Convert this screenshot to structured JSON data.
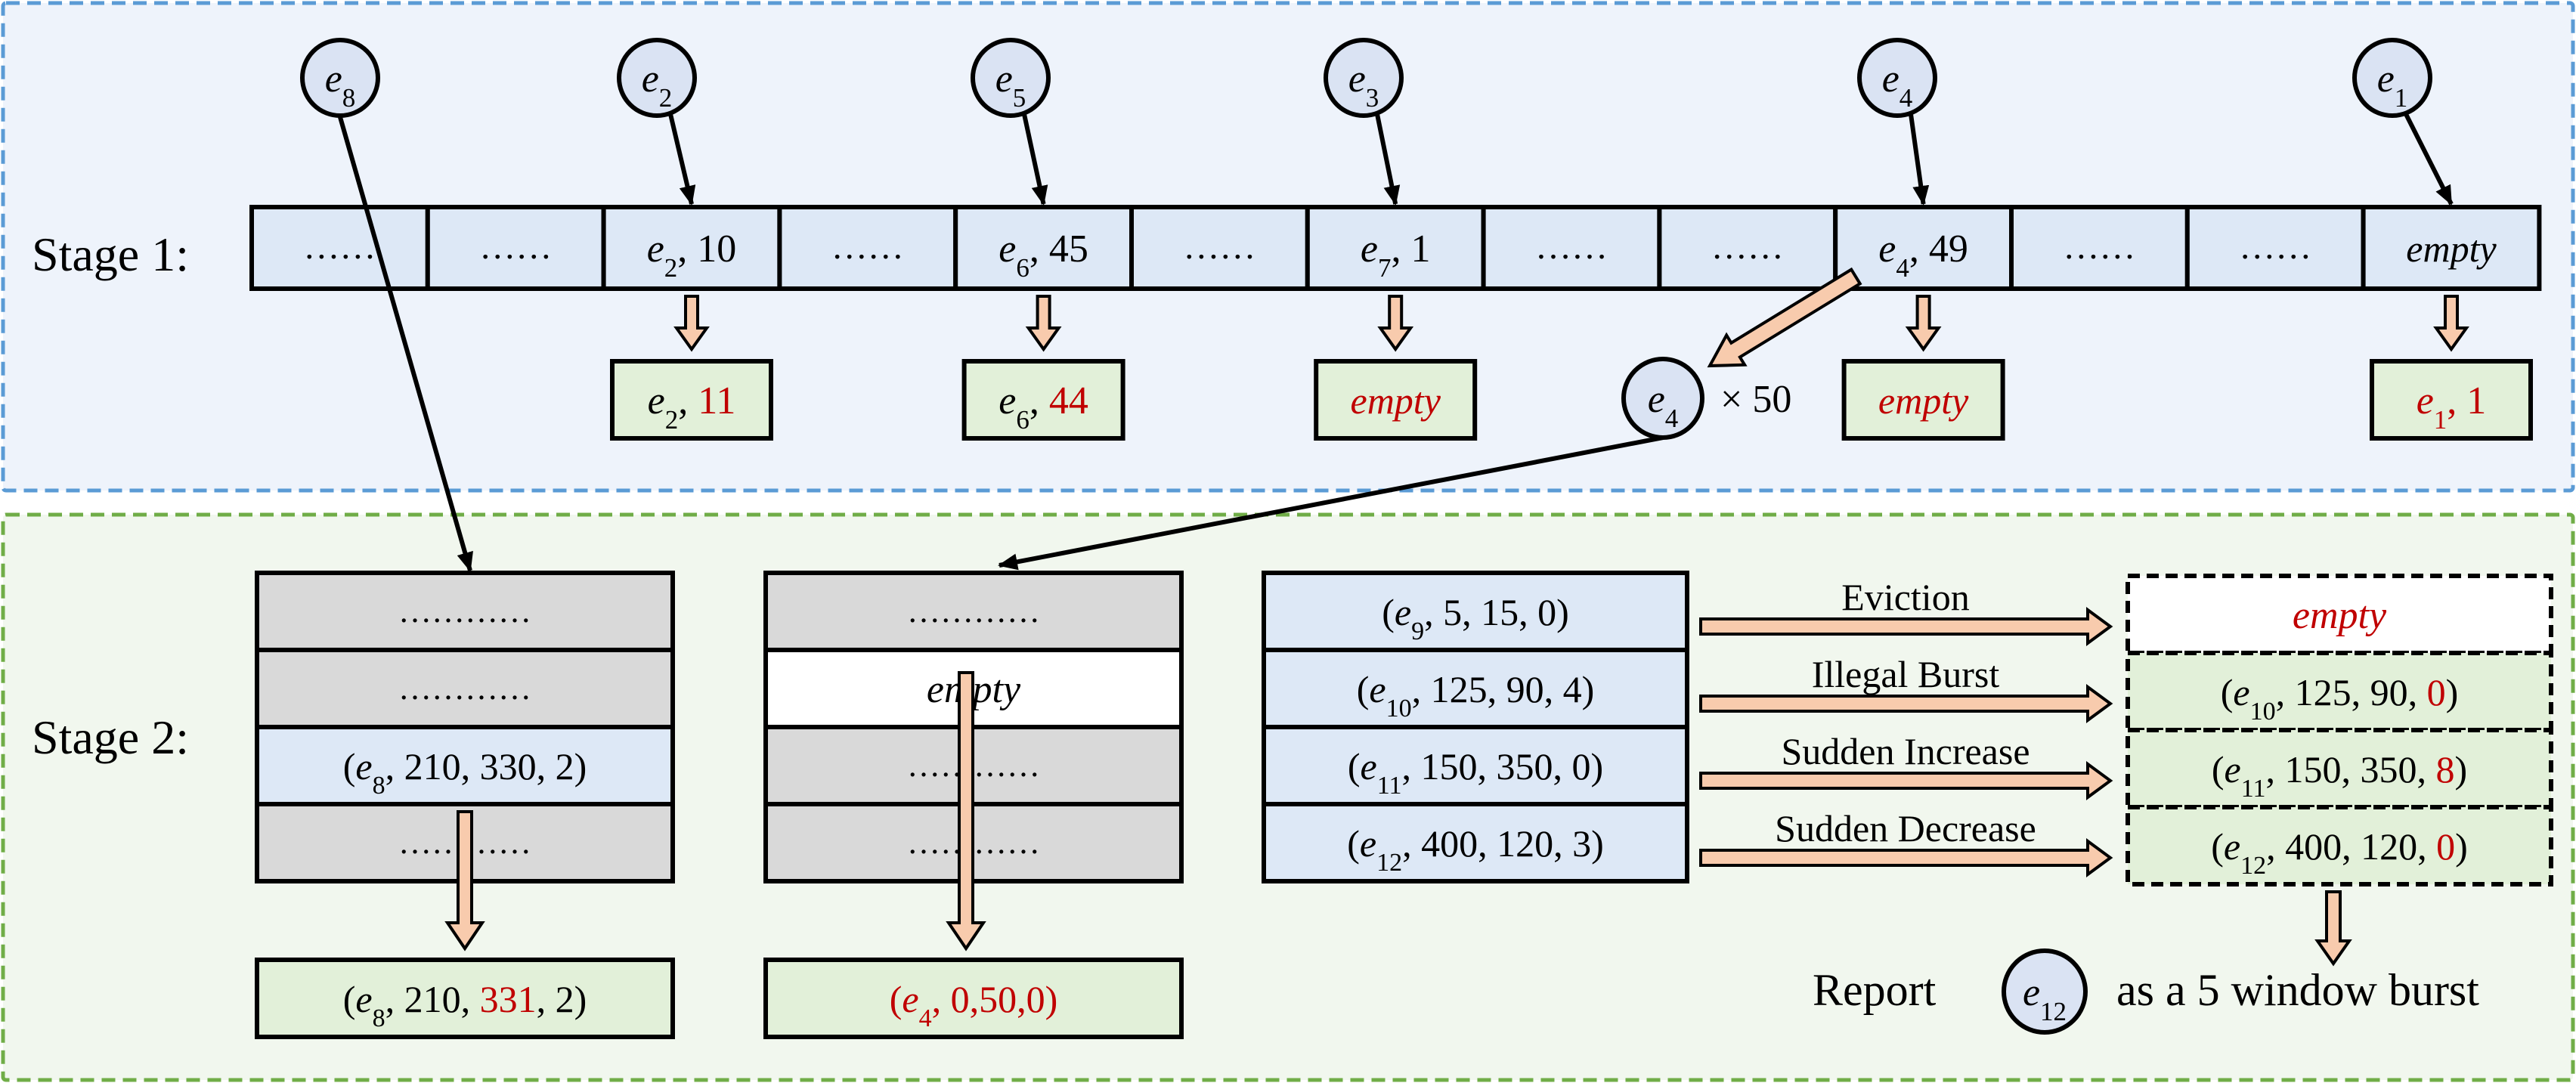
{
  "colors": {
    "stage1_bg": "#eef3fb",
    "stage1_border": "#5b9bd5",
    "stage2_bg": "#f1f7ee",
    "stage2_border": "#70ad47",
    "cell_blue": "#dde8f6",
    "cell_green": "#e2f0d9",
    "cell_gray": "#d9d9d9",
    "node_fill": "#dae3f3",
    "arrow_fill": "#f8cbad",
    "highlight_red": "#c00000",
    "stroke": "#000000"
  },
  "stage1": {
    "label": "Stage 1:",
    "top_nodes": [
      {
        "base": "e",
        "sub": "8"
      },
      {
        "base": "e",
        "sub": "2"
      },
      {
        "base": "e",
        "sub": "5"
      },
      {
        "base": "e",
        "sub": "3"
      },
      {
        "base": "e",
        "sub": "4"
      },
      {
        "base": "e",
        "sub": "1"
      }
    ],
    "bucket_cells": [
      {
        "type": "dots",
        "text": "……"
      },
      {
        "type": "dots",
        "text": "……"
      },
      {
        "type": "pair",
        "base": "e",
        "sub": "2",
        "val": "10"
      },
      {
        "type": "dots",
        "text": "……"
      },
      {
        "type": "pair",
        "base": "e",
        "sub": "6",
        "val": "45"
      },
      {
        "type": "dots",
        "text": "……"
      },
      {
        "type": "pair",
        "base": "e",
        "sub": "7",
        "val": "1"
      },
      {
        "type": "dots",
        "text": "……"
      },
      {
        "type": "dots",
        "text": "……"
      },
      {
        "type": "pair",
        "base": "e",
        "sub": "4",
        "val": "49"
      },
      {
        "type": "dots",
        "text": "……"
      },
      {
        "type": "dots",
        "text": "……"
      },
      {
        "type": "empty",
        "text": "empty"
      }
    ],
    "result_boxes": [
      {
        "type": "pair",
        "base": "e",
        "sub": "2",
        "val": "11",
        "red_val": true,
        "red_key": false
      },
      {
        "type": "pair",
        "base": "e",
        "sub": "6",
        "val": "44",
        "red_val": true,
        "red_key": false
      },
      {
        "type": "empty",
        "text": "empty"
      },
      {
        "type": "empty",
        "text": "empty"
      },
      {
        "type": "pair",
        "base": "e",
        "sub": "1",
        "val": "1",
        "red_val": true,
        "red_key": true
      }
    ],
    "evicted_node": {
      "base": "e",
      "sub": "4"
    },
    "evicted_multiplier": "× 50"
  },
  "stage2": {
    "label": "Stage 2:",
    "bucket_a": {
      "rows": [
        {
          "type": "dots",
          "text": "…………"
        },
        {
          "type": "dots",
          "text": "…………"
        },
        {
          "type": "tuple",
          "base": "e",
          "sub": "8",
          "vals": [
            "210",
            "330",
            "2"
          ]
        },
        {
          "type": "dots",
          "text": "…………"
        }
      ],
      "result": {
        "base": "e",
        "sub": "8",
        "vals": [
          "210",
          "331",
          "2"
        ],
        "red_idx": [
          1
        ]
      }
    },
    "bucket_b": {
      "rows": [
        {
          "type": "dots",
          "text": "…………"
        },
        {
          "type": "empty",
          "text": "empty"
        },
        {
          "type": "dots",
          "text": "…………"
        },
        {
          "type": "dots",
          "text": "…………"
        }
      ],
      "result": {
        "base": "e",
        "sub": "4",
        "vals": [
          "0",
          "50",
          "0"
        ],
        "all_red": true
      }
    },
    "before_rows": [
      {
        "base": "e",
        "sub": "9",
        "vals": [
          "5",
          "15",
          "0"
        ]
      },
      {
        "base": "e",
        "sub": "10",
        "vals": [
          "125",
          "90",
          "4"
        ]
      },
      {
        "base": "e",
        "sub": "11",
        "vals": [
          "150",
          "350",
          "0"
        ]
      },
      {
        "base": "e",
        "sub": "12",
        "vals": [
          "400",
          "120",
          "3"
        ]
      }
    ],
    "transition_labels": [
      "Eviction",
      "Illegal Burst",
      "Sudden Increase",
      "Sudden Decrease"
    ],
    "after_rows": [
      {
        "type": "empty",
        "text": "empty"
      },
      {
        "type": "tuple",
        "base": "e",
        "sub": "10",
        "vals": [
          "125",
          "90",
          "0"
        ],
        "red_idx": [
          2
        ]
      },
      {
        "type": "tuple",
        "base": "e",
        "sub": "11",
        "vals": [
          "150",
          "350",
          "8"
        ],
        "red_idx": [
          2
        ]
      },
      {
        "type": "tuple",
        "base": "e",
        "sub": "12",
        "vals": [
          "400",
          "120",
          "0"
        ],
        "red_idx": [
          2
        ]
      }
    ],
    "report": {
      "prefix": "Report",
      "node": {
        "base": "e",
        "sub": "12"
      },
      "suffix": "as a 5 window burst"
    }
  }
}
